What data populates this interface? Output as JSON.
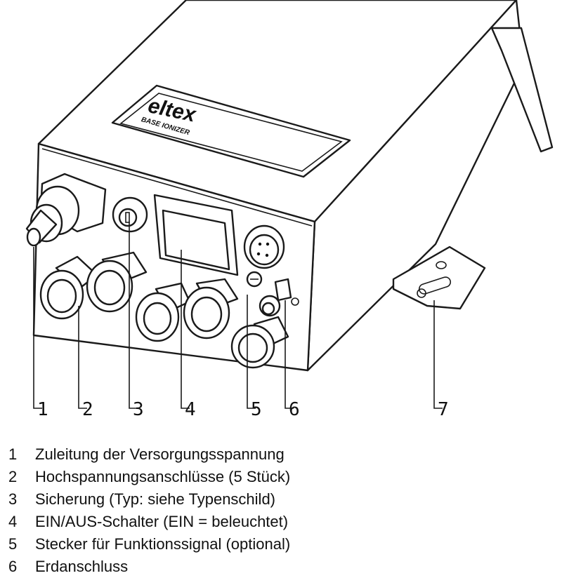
{
  "figure": {
    "brand": "eltex",
    "product_label": "BASE IONIZER",
    "callouts": [
      "1",
      "2",
      "3",
      "4",
      "5",
      "6",
      "7"
    ]
  },
  "legend": [
    {
      "num": "1",
      "text": "Zuleitung der Versorgungsspannung"
    },
    {
      "num": "2",
      "text": "Hochspannungsanschlüsse (5 Stück)"
    },
    {
      "num": "3",
      "text": "Sicherung (Typ: siehe Typenschild)"
    },
    {
      "num": "4",
      "text": "EIN/AUS-Schalter (EIN = beleuchtet)"
    },
    {
      "num": "5",
      "text": "Stecker für Funktionssignal (optional)"
    },
    {
      "num": "6",
      "text": "Erdanschluss"
    }
  ]
}
